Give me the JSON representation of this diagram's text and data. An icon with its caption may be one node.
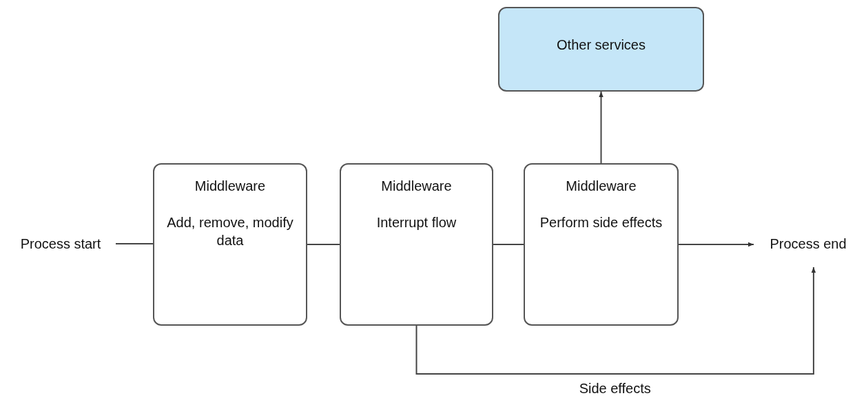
{
  "diagram": {
    "nodes": [
      {
        "text": [
          "Process start"
        ]
      },
      {
        "text": [
          "Middleware",
          "Add, remove, modify data"
        ]
      },
      {
        "text": [
          "Middleware",
          "Interrupt flow"
        ]
      },
      {
        "text": [
          "Middleware",
          "Perform side effects"
        ]
      },
      {
        "text": [
          "Other services"
        ]
      },
      {
        "text": [
          "Process end"
        ]
      }
    ],
    "edges": [
      {
        "from": 0,
        "to": 1,
        "arrow": "none"
      },
      {
        "from": 1,
        "to": 2,
        "arrow": "none"
      },
      {
        "from": 2,
        "to": 3,
        "arrow": "none"
      },
      {
        "from": 3,
        "to": 5,
        "arrow": "to"
      },
      {
        "from": 3,
        "to": 4,
        "arrow": "to"
      },
      {
        "from": 2,
        "to": 5,
        "arrow": "to",
        "label": "Side effects"
      }
    ]
  }
}
